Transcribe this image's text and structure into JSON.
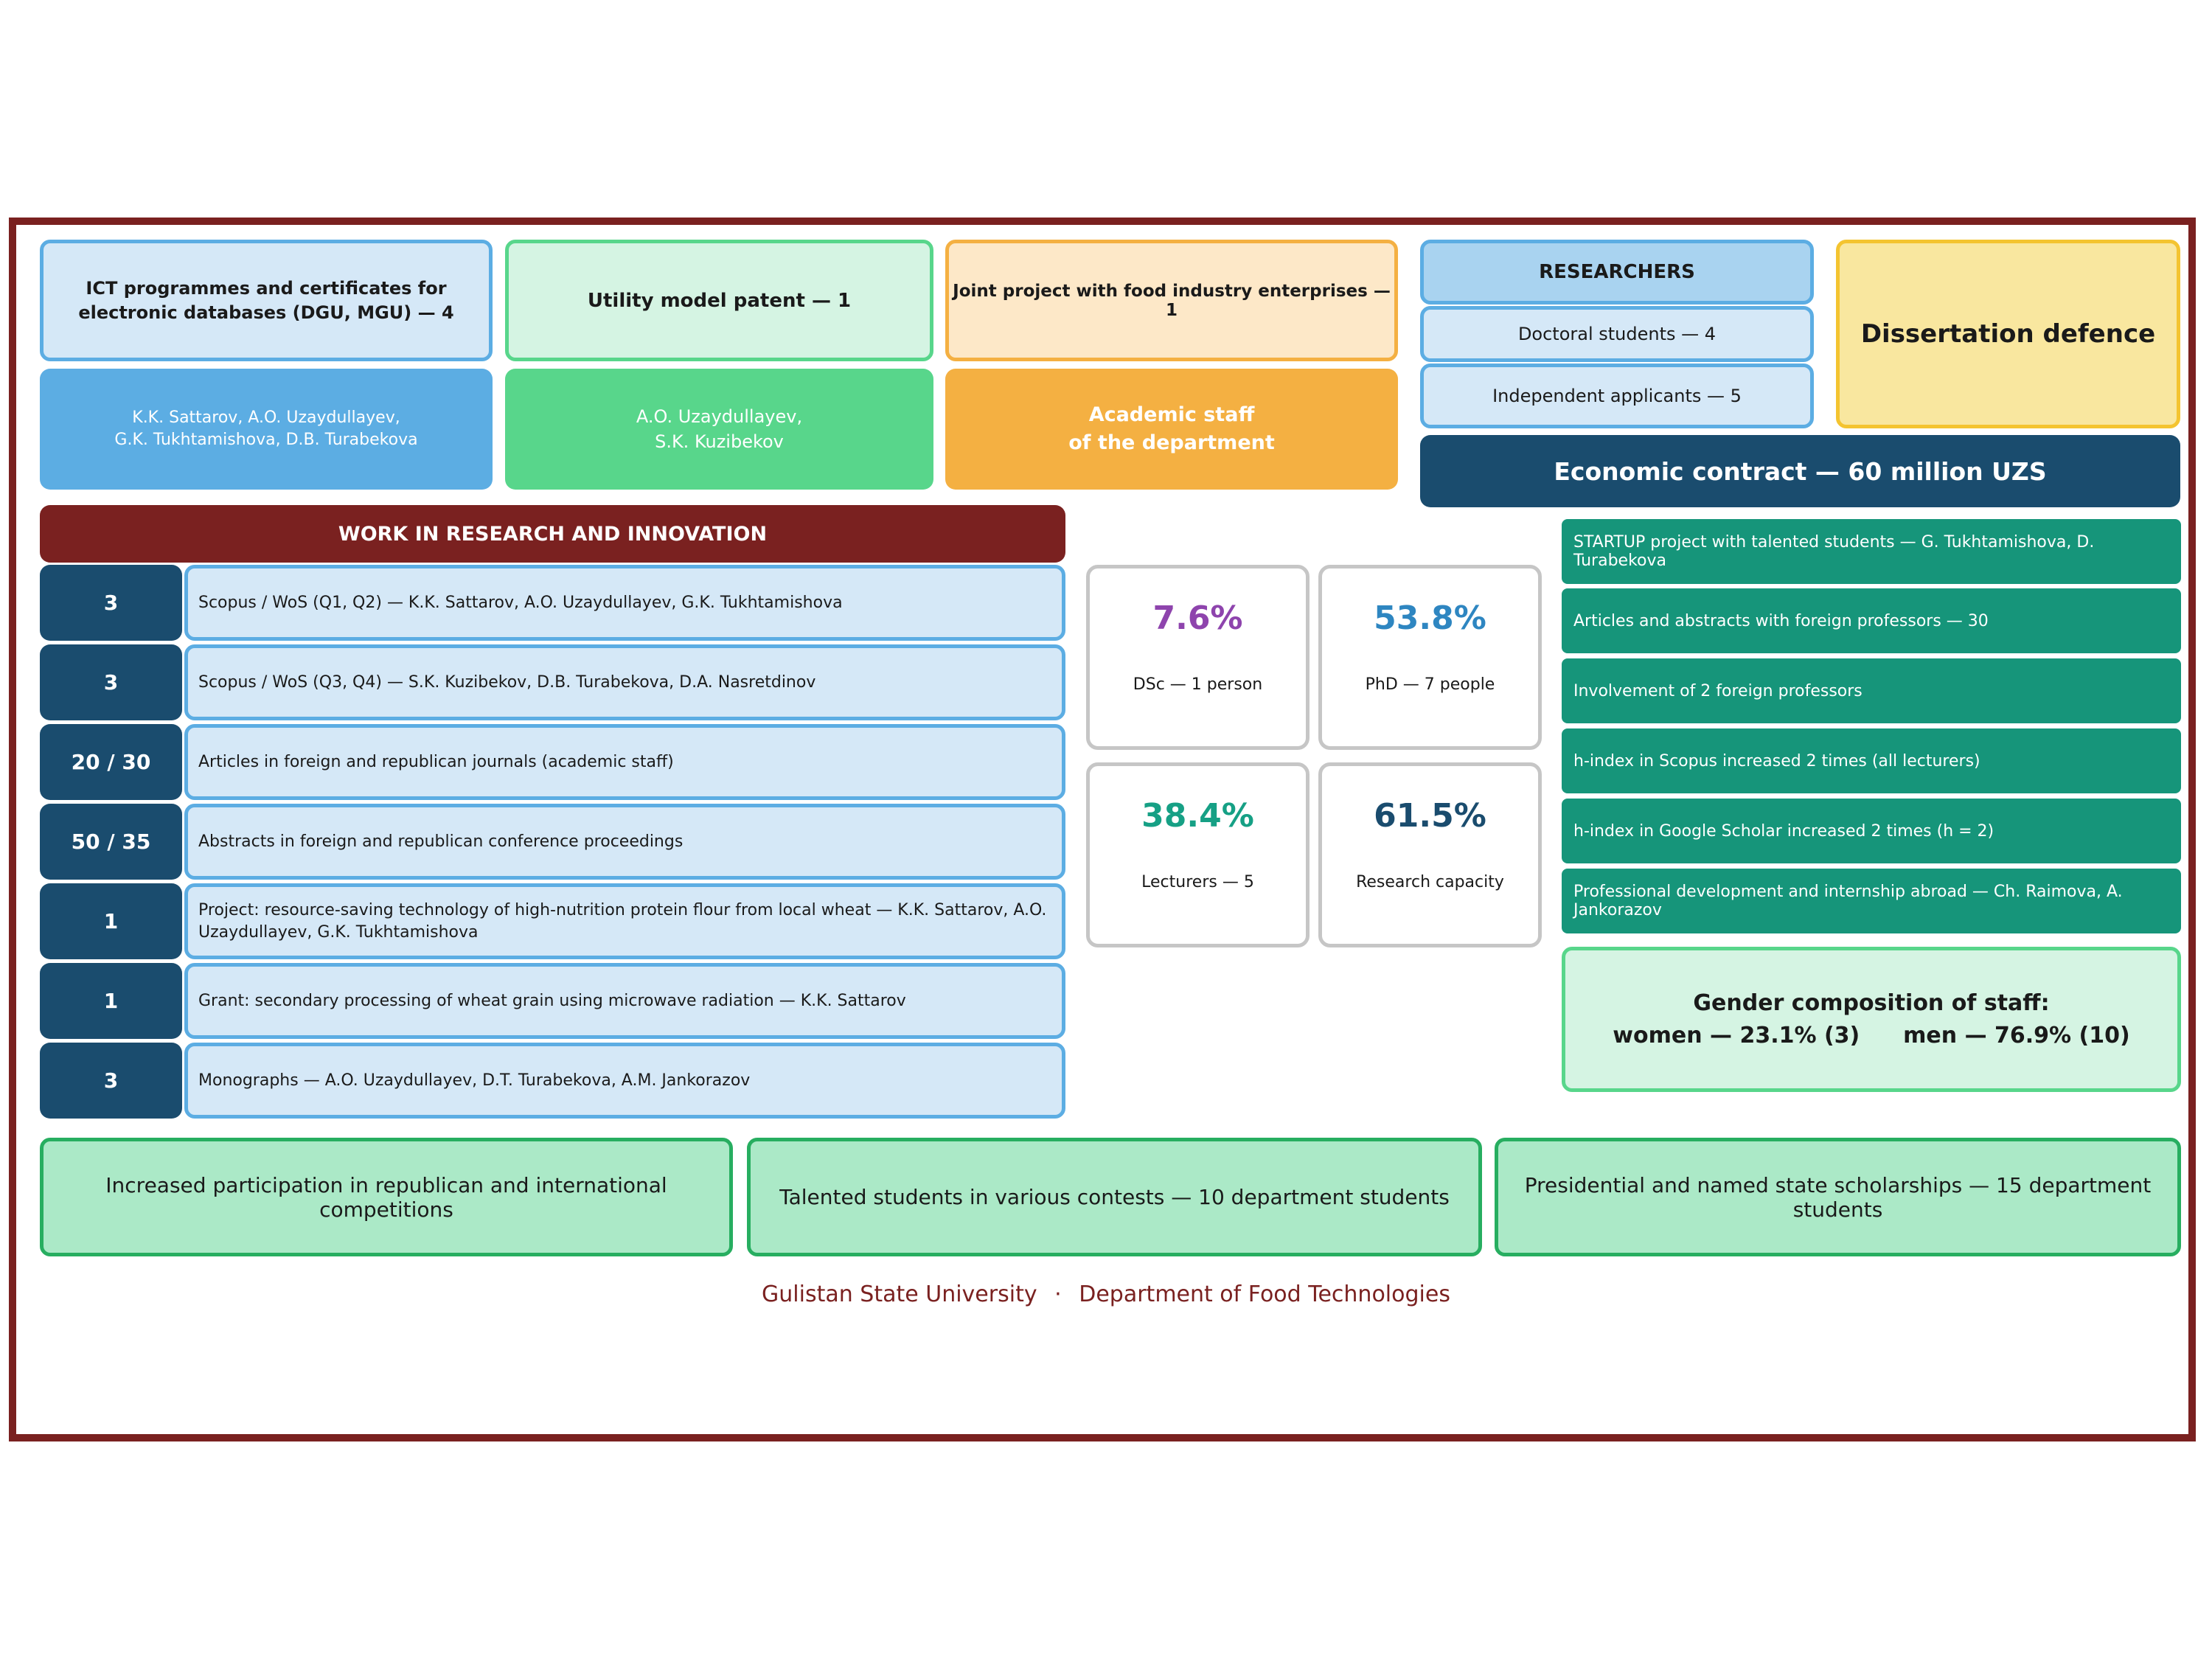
{
  "top": {
    "ict_title": "ICT programmes and certificates for electronic databases (DGU, MGU) — 4",
    "ict_names": "K.K. Sattarov, A.O. Uzaydullayev,\nG.K. Tukhtamishova, D.B. Turabekova",
    "patent_title": "Utility model patent — 1",
    "patent_names": "A.O. Uzaydullayev,\nS.K. Kuzibekov",
    "joint_title": "Joint project with food industry enterprises — 1",
    "academic_staff": "Academic staff\nof the department",
    "researchers_title": "RESEARCHERS",
    "doctoral": "Doctoral students — 4",
    "independent": "Independent applicants — 5",
    "dissertation": "Dissertation defence",
    "economic": "Economic contract — 60 million UZS"
  },
  "research": {
    "header": "WORK IN RESEARCH AND INNOVATION",
    "rows": [
      {
        "num": "3",
        "text": "Scopus / WoS (Q1, Q2) — K.K. Sattarov, A.O. Uzaydullayev, G.K. Tukhtamishova"
      },
      {
        "num": "3",
        "text": "Scopus / WoS (Q3, Q4) — S.K. Kuzibekov, D.B. Turabekova, D.A. Nasretdinov"
      },
      {
        "num": "20 / 30",
        "text": "Articles in foreign and republican journals (academic staff)"
      },
      {
        "num": "50 / 35",
        "text": "Abstracts in foreign and republican conference proceedings"
      },
      {
        "num": "1",
        "text": "Project: resource-saving technology of high-nutrition protein flour from local wheat — K.K. Sattarov, A.O. Uzaydullayev, G.K. Tukhtamishova"
      },
      {
        "num": "1",
        "text": "Grant: secondary processing of wheat grain using microwave radiation — K.K. Sattarov"
      },
      {
        "num": "3",
        "text": "Monographs — A.O. Uzaydullayev, D.T. Turabekova, A.M. Jankorazov"
      }
    ]
  },
  "stats": [
    {
      "pct": "7.6%",
      "label": "DSc — 1 person",
      "color": "#8e44ad"
    },
    {
      "pct": "53.8%",
      "label": "PhD — 7 people",
      "color": "#2e86c1"
    },
    {
      "pct": "38.4%",
      "label": "Lecturers — 5",
      "color": "#16a085"
    },
    {
      "pct": "61.5%",
      "label": "Research capacity",
      "color": "#1a4c6e"
    }
  ],
  "achievements": [
    "STARTUP project with talented students — G. Tukhtamishova, D. Turabekova",
    "Articles and abstracts with foreign professors — 30",
    "Involvement of 2 foreign professors",
    "h-index in Scopus increased 2 times (all lecturers)",
    "h-index in Google Scholar increased 2 times (h = 2)",
    "Professional development and internship abroad — Ch. Raimova, A. Jankorazov"
  ],
  "gender": {
    "title": "Gender composition of staff:",
    "women": "women — 23.1% (3)",
    "men": "men — 76.9% (10)"
  },
  "bottom": [
    "Increased participation in republican and international competitions",
    "Talented students in various contests — 10 department students",
    "Presidential and named state scholarships — 15 department students"
  ],
  "footer": {
    "university": "Gulistan State University",
    "separator": "·",
    "department": "Department of Food Technologies"
  }
}
